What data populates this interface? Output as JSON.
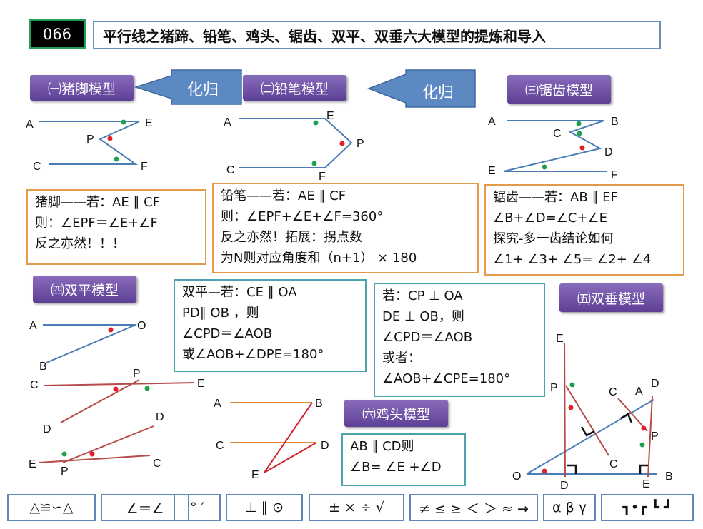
{
  "header": {
    "number": "066",
    "title": "平行线之猪蹄、铅笔、鸡头、锯齿、双平、双垂六大模型的提炼和导入"
  },
  "tags": {
    "t1": "㈠猪脚模型",
    "t2": "㈡铅笔模型",
    "t3": "㈢锯齿模型",
    "t4": "㈣双平模型",
    "t5": "㈤双垂模型",
    "t6": "㈥鸡头模型"
  },
  "arrows": {
    "a1": "化归",
    "a2": "化归"
  },
  "boxes": {
    "zhujiao": [
      "猪脚——若：AE ∥ CF",
      "则：∠EPF＝∠E+∠F",
      "反之亦然！！！"
    ],
    "qianbi": [
      "铅笔——若：AE ∥ CF",
      "则：∠EPF+∠E+∠F=360°",
      "反之亦然！拓展：拐点数",
      "为N则对应角度和（n+1） × 180"
    ],
    "juchi": [
      "锯齿——若：AB ∥ EF",
      "∠B+∠D=∠C+∠E",
      "探究-多一齿结论如何",
      "∠1+ ∠3+ ∠5= ∠2+ ∠4"
    ],
    "shuangping": [
      "双平—若：CE ∥ OA",
      "PD∥ OB ，则",
      "∠CPD＝∠AOB",
      "或∠AOB+∠DPE=180°"
    ],
    "shuangchui": [
      "若：CP ⊥ OA",
      "DE ⊥ OB，则",
      "∠CPD＝∠AOB",
      "或者：",
      "∠AOB+∠CPE=180°"
    ],
    "jitou": [
      "AB ∥ CD则",
      "∠B= ∠E +∠D"
    ]
  },
  "labels": {
    "zj": [
      "A",
      "E",
      "P",
      "C",
      "F"
    ],
    "qb": [
      "A",
      "E",
      "P",
      "C",
      "F"
    ],
    "jc": [
      "A",
      "B",
      "C",
      "D",
      "E",
      "F"
    ],
    "sp1": [
      "A",
      "O",
      "B"
    ],
    "sp2": [
      "C",
      "P",
      "E",
      "D"
    ],
    "sp3": [
      "D",
      "C",
      "E",
      "P"
    ],
    "jt": [
      "A",
      "B",
      "C",
      "D",
      "E"
    ],
    "sc": [
      "E",
      "P",
      "C",
      "A",
      "D",
      "P",
      "C",
      "O",
      "D",
      "E",
      "B"
    ]
  },
  "symbols": [
    "△≌∽△",
    "∠＝∠",
    "°  ′",
    "⊥  ∥  ⊙",
    "±  ×  ÷ √",
    "≠ ≤ ≥ ＜ ＞ ≈ →",
    "α β γ",
    "┓•┏  ┗ ┛"
  ],
  "colors": {
    "line_blue": "#4a7db5",
    "line_red": "#b84a4a",
    "line_orange": "#e08a3a",
    "dot_red": "#e0202a",
    "dot_green": "#1ea050"
  }
}
